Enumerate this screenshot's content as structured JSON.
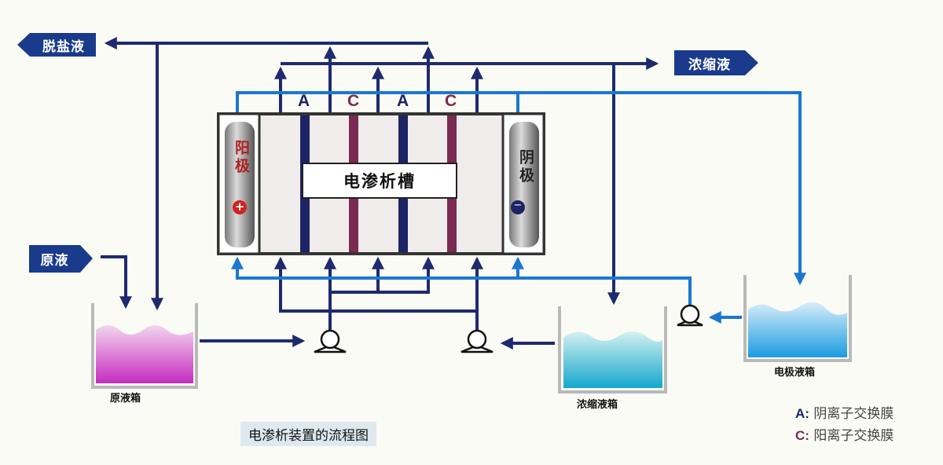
{
  "tags": {
    "desalted": "脱盐液",
    "concentrate": "浓缩液",
    "raw": "原液"
  },
  "cell": {
    "title": "电渗析槽",
    "membranes": [
      "A",
      "C",
      "A",
      "C"
    ],
    "anode": {
      "label": "阳极",
      "sign": "+"
    },
    "cathode": {
      "label": "阴极",
      "sign": "−"
    }
  },
  "tanks": {
    "raw": "原液箱",
    "concentrate": "浓缩液箱",
    "electrode": "电极液箱"
  },
  "caption": "电渗析装置的流程图",
  "legend": [
    {
      "key": "A:",
      "text": "阴离子交换膜",
      "color": "#1c2466"
    },
    {
      "key": "C:",
      "text": "阳离子交换膜",
      "color": "#7a2a52"
    }
  ],
  "colors": {
    "dark_pipe": "#1f2a6e",
    "light_pipe": "#1b78d0",
    "anion_membrane": "#1c2466",
    "cation_membrane": "#7a2a52",
    "tag_bg": "#1a3b8c"
  }
}
